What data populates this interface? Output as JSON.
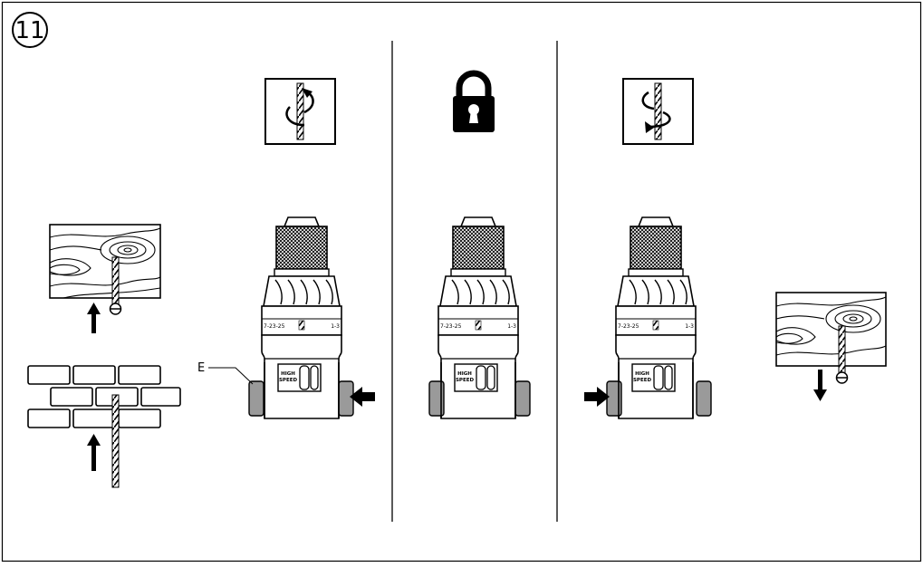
{
  "figure": {
    "step_number": "11",
    "callout_label": "E",
    "drills": [
      {
        "id": "left",
        "speed_text": [
          "HIGH",
          "SPEED"
        ],
        "scale_left": "7-23-25",
        "scale_right": "1-3",
        "mode": "clockwise"
      },
      {
        "id": "center",
        "speed_text": [
          "HIGH",
          "SPEED"
        ],
        "scale_left": "7-23-25",
        "scale_right": "1-3",
        "mode": "locked"
      },
      {
        "id": "right",
        "speed_text": [
          "HIGH",
          "SPEED"
        ],
        "scale_left": "7-23-25",
        "scale_right": "1-3",
        "mode": "counterclockwise"
      }
    ],
    "icons": [
      "rotate-clockwise-icon",
      "padlock-icon",
      "rotate-counterclockwise-icon"
    ],
    "colors": {
      "line": "#000000",
      "background": "#ffffff",
      "knob_gray": "#9a9a9a"
    }
  }
}
